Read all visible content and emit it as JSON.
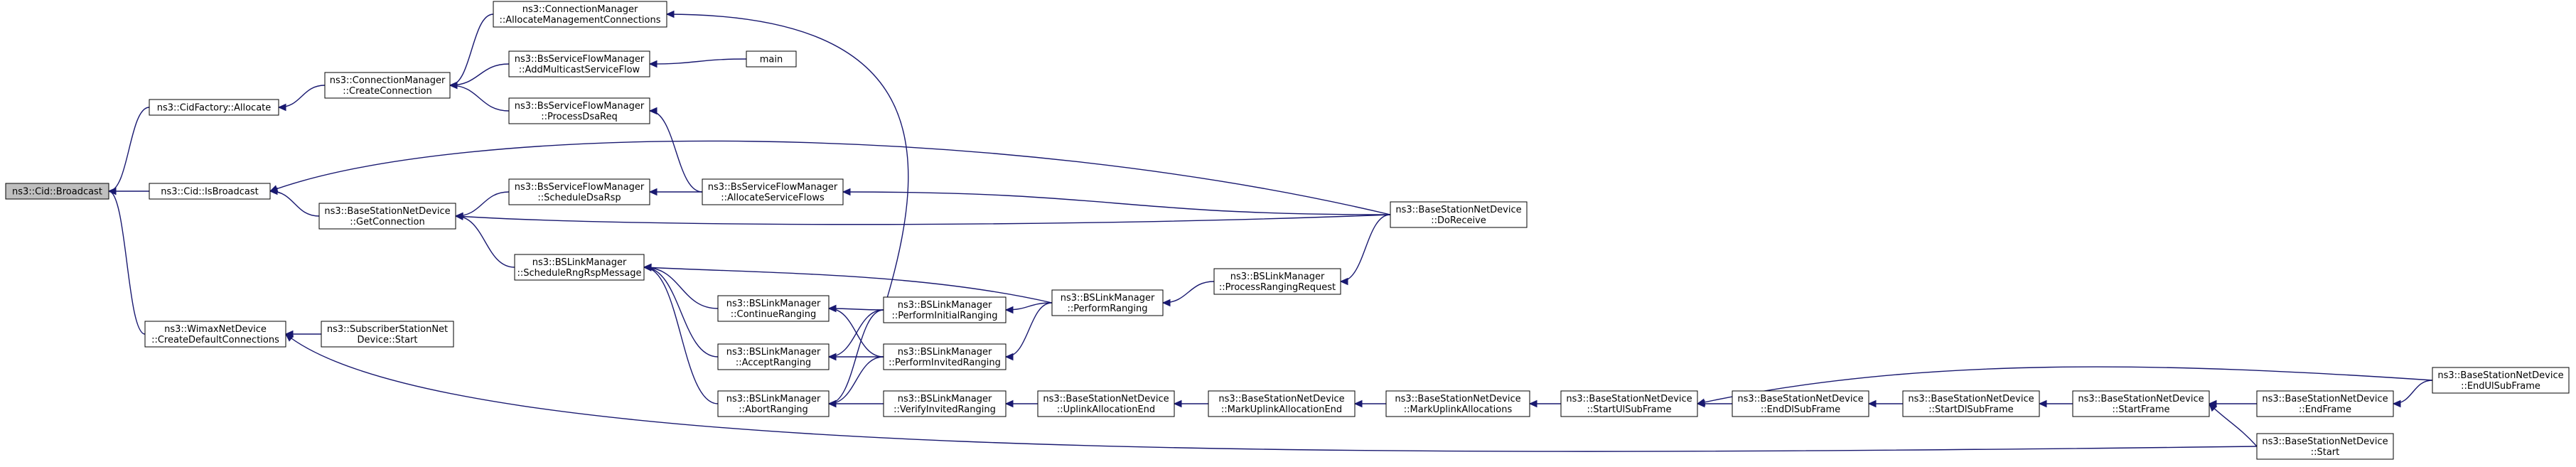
{
  "nodes": [
    {
      "id": "n0",
      "lines": [
        "ns3::Cid::Broadcast"
      ],
      "root": true
    },
    {
      "id": "n1",
      "lines": [
        "ns3::CidFactory::Allocate"
      ]
    },
    {
      "id": "n2",
      "lines": [
        "ns3::Cid::IsBroadcast"
      ]
    },
    {
      "id": "n3",
      "lines": [
        "ns3::WimaxNetDevice",
        "::CreateDefaultConnections"
      ]
    },
    {
      "id": "n4",
      "lines": [
        "ns3::ConnectionManager",
        "::CreateConnection"
      ]
    },
    {
      "id": "n5",
      "lines": [
        "ns3::BaseStationNetDevice",
        "::GetConnection"
      ]
    },
    {
      "id": "n6",
      "lines": [
        "ns3::SubscriberStationNet",
        "Device::Start"
      ]
    },
    {
      "id": "n7",
      "lines": [
        "ns3::ConnectionManager",
        "::AllocateManagementConnections"
      ]
    },
    {
      "id": "n8",
      "lines": [
        "ns3::BsServiceFlowManager",
        "::AddMulticastServiceFlow"
      ]
    },
    {
      "id": "n9",
      "lines": [
        "ns3::BsServiceFlowManager",
        "::ProcessDsaReq"
      ]
    },
    {
      "id": "n10",
      "lines": [
        "ns3::BsServiceFlowManager",
        "::ScheduleDsaRsp"
      ]
    },
    {
      "id": "n11",
      "lines": [
        "ns3::BSLinkManager",
        "::ScheduleRngRspMessage"
      ]
    },
    {
      "id": "n12",
      "lines": [
        "main"
      ]
    },
    {
      "id": "n13",
      "lines": [
        "ns3::BsServiceFlowManager",
        "::AllocateServiceFlows"
      ]
    },
    {
      "id": "n14",
      "lines": [
        "ns3::BSLinkManager",
        "::ContinueRanging"
      ]
    },
    {
      "id": "n15",
      "lines": [
        "ns3::BSLinkManager",
        "::AcceptRanging"
      ]
    },
    {
      "id": "n16",
      "lines": [
        "ns3::BSLinkManager",
        "::AbortRanging"
      ]
    },
    {
      "id": "n17",
      "lines": [
        "ns3::BSLinkManager",
        "::PerformInitialRanging"
      ]
    },
    {
      "id": "n18",
      "lines": [
        "ns3::BSLinkManager",
        "::PerformInvitedRanging"
      ]
    },
    {
      "id": "n19",
      "lines": [
        "ns3::BSLinkManager",
        "::VerifyInvitedRanging"
      ]
    },
    {
      "id": "n20",
      "lines": [
        "ns3::BSLinkManager",
        "::PerformRanging"
      ]
    },
    {
      "id": "n21",
      "lines": [
        "ns3::BaseStationNetDevice",
        "::UplinkAllocationEnd"
      ]
    },
    {
      "id": "n22",
      "lines": [
        "ns3::BSLinkManager",
        "::ProcessRangingRequest"
      ]
    },
    {
      "id": "n23",
      "lines": [
        "ns3::BaseStationNetDevice",
        "::MarkUplinkAllocationEnd"
      ]
    },
    {
      "id": "n24",
      "lines": [
        "ns3::BaseStationNetDevice",
        "::DoReceive"
      ]
    },
    {
      "id": "n25",
      "lines": [
        "ns3::BaseStationNetDevice",
        "::MarkUplinkAllocations"
      ]
    },
    {
      "id": "n26",
      "lines": [
        "ns3::BaseStationNetDevice",
        "::StartUlSubFrame"
      ]
    },
    {
      "id": "n27",
      "lines": [
        "ns3::BaseStationNetDevice",
        "::EndDlSubFrame"
      ]
    },
    {
      "id": "n28",
      "lines": [
        "ns3::BaseStationNetDevice",
        "::StartDlSubFrame"
      ]
    },
    {
      "id": "n29",
      "lines": [
        "ns3::BaseStationNetDevice",
        "::StartFrame"
      ]
    },
    {
      "id": "n30",
      "lines": [
        "ns3::BaseStationNetDevice",
        "::EndFrame"
      ]
    },
    {
      "id": "n31",
      "lines": [
        "ns3::BaseStationNetDevice",
        "::Start"
      ]
    },
    {
      "id": "n32",
      "lines": [
        "ns3::BaseStationNetDevice",
        "::EndUlSubFrame"
      ]
    }
  ],
  "edges": [
    {
      "from": "n1",
      "to": "n0"
    },
    {
      "from": "n2",
      "to": "n0"
    },
    {
      "from": "n3",
      "to": "n0"
    },
    {
      "from": "n4",
      "to": "n1"
    },
    {
      "from": "n24",
      "to": "n2"
    },
    {
      "from": "n5",
      "to": "n2"
    },
    {
      "from": "n6",
      "to": "n3"
    },
    {
      "from": "n31",
      "to": "n3"
    },
    {
      "from": "n7",
      "to": "n4"
    },
    {
      "from": "n8",
      "to": "n4"
    },
    {
      "from": "n9",
      "to": "n4"
    },
    {
      "from": "n10",
      "to": "n5"
    },
    {
      "from": "n24",
      "to": "n5"
    },
    {
      "from": "n11",
      "to": "n5"
    },
    {
      "from": "n17",
      "to": "n7"
    },
    {
      "from": "n12",
      "to": "n8"
    },
    {
      "from": "n13",
      "to": "n9"
    },
    {
      "from": "n13",
      "to": "n10"
    },
    {
      "from": "n20",
      "to": "n11"
    },
    {
      "from": "n14",
      "to": "n11"
    },
    {
      "from": "n15",
      "to": "n11"
    },
    {
      "from": "n16",
      "to": "n11"
    },
    {
      "from": "n24",
      "to": "n13"
    },
    {
      "from": "n17",
      "to": "n14"
    },
    {
      "from": "n18",
      "to": "n14"
    },
    {
      "from": "n17",
      "to": "n15"
    },
    {
      "from": "n18",
      "to": "n15"
    },
    {
      "from": "n17",
      "to": "n16"
    },
    {
      "from": "n18",
      "to": "n16"
    },
    {
      "from": "n19",
      "to": "n16"
    },
    {
      "from": "n20",
      "to": "n17"
    },
    {
      "from": "n20",
      "to": "n18"
    },
    {
      "from": "n21",
      "to": "n19"
    },
    {
      "from": "n22",
      "to": "n20"
    },
    {
      "from": "n23",
      "to": "n21"
    },
    {
      "from": "n24",
      "to": "n22"
    },
    {
      "from": "n25",
      "to": "n23"
    },
    {
      "from": "n26",
      "to": "n25"
    },
    {
      "from": "n27",
      "to": "n26"
    },
    {
      "from": "n32",
      "to": "n26"
    },
    {
      "from": "n28",
      "to": "n27"
    },
    {
      "from": "n29",
      "to": "n28"
    },
    {
      "from": "n30",
      "to": "n29"
    },
    {
      "from": "n31",
      "to": "n29"
    },
    {
      "from": "n32",
      "to": "n30"
    }
  ]
}
